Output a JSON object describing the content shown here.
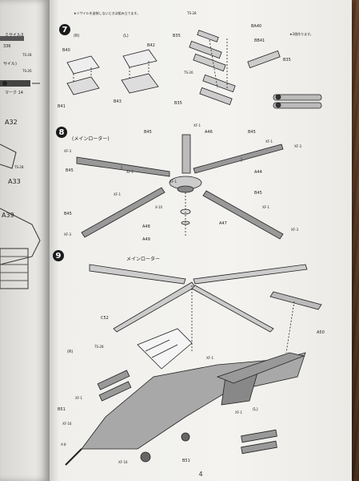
{
  "left_page": {
    "frag_missile": "ミサイル3",
    "frag_336": "336",
    "frag_ts28": "TS-28",
    "frag_missile2": "サイル)",
    "frag_ts26": "TS-26",
    "frag_mark14": "マーク 14",
    "frag_a32": "A32",
    "frag_ts28b": "TS-28",
    "frag_a33": "A33",
    "frag_a39": "A39"
  },
  "step7": {
    "number": "7",
    "note": "★ミサイルを塗装しないときは組み立てます。",
    "note_right": "★2個作ります。",
    "r_label": "(R)",
    "l_label": "(L)",
    "parts": {
      "b40": "B40",
      "b42": "B42",
      "b41": "B41",
      "b43": "B43",
      "b35a": "B35",
      "b35b": "B35",
      "b35c": "B35",
      "ba40": "BA40",
      "bb41": "BB41",
      "ts28": "TS-28",
      "ts26": "TS-26"
    }
  },
  "step8": {
    "number": "8",
    "title": "(メインローター)",
    "parts": {
      "b45a": "B45",
      "b45b": "B45",
      "b45c": "B45",
      "b45d": "B45",
      "b45e": "B45",
      "a46": "A46",
      "a44": "A44",
      "a47": "A47",
      "a48": "A48",
      "a49": "A49",
      "xf1a": "XF-1",
      "xf1b": "XF-1",
      "xf1c": "XF-1",
      "xf1d": "XF-1",
      "xf1e": "XF-1",
      "xf1f": "XF-1",
      "xf3a": "XF-3",
      "xf3b": "XF-3",
      "xf3c": "XF-3",
      "xf3d": "XF-3",
      "x10": "X-10"
    }
  },
  "step9": {
    "number": "9",
    "title": "メインローター",
    "parts": {
      "c52": "C52",
      "a50": "A50",
      "ts28": "TS-28",
      "r": "(R)",
      "l": "(L)",
      "xf1a": "XF-1",
      "xf1b": "XF-1",
      "xf1c": "XF-1",
      "b51a": "B51",
      "b51b": "B51",
      "xf16a": "XF-16",
      "xf16b": "XF-16",
      "x8": "X-8"
    }
  },
  "page_number": "4"
}
